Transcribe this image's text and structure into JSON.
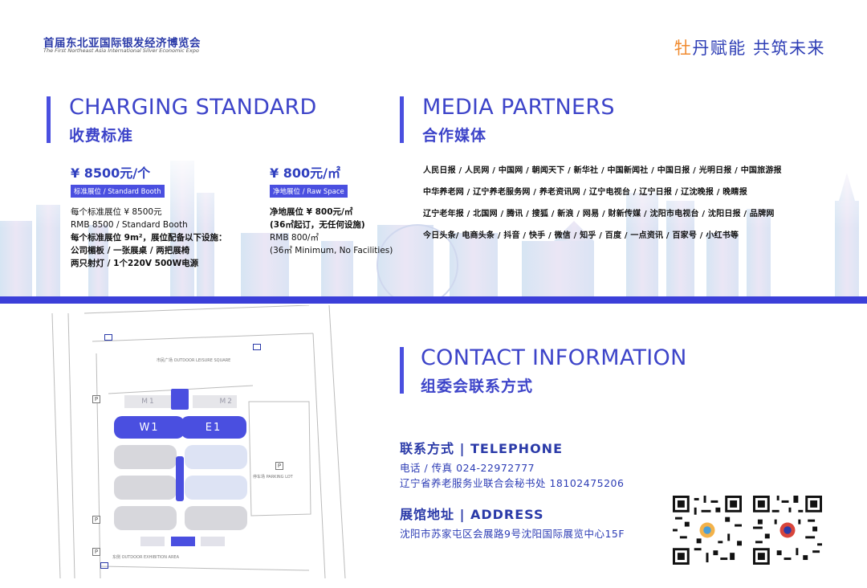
{
  "header": {
    "org_cn": "首届东北亚国际银发经济博览会",
    "org_en": "The First Northeast Asia International Silver Economic Expo",
    "slogan_highlight": "牡",
    "slogan_rest": "丹赋能  共筑未来"
  },
  "charging": {
    "title_en": "CHARGING STANDARD",
    "title_cn": "收费标准",
    "standard": {
      "price": "¥ 8500元/个",
      "tag": "标准展位 / Standard Booth",
      "lines": [
        "每个标准展位 ¥ 8500元",
        "RMB 8500 / Standard Booth",
        "每个标准展位 9m²，展位配备以下设施：",
        "公司楣板 / 一张展桌 / 两把展椅",
        "两只射灯 / 1个220V 500W电源"
      ]
    },
    "raw": {
      "price": "¥ 800元/㎡",
      "tag": "净地展位 / Raw Space",
      "lines": [
        "净地展位 ¥ 800元/㎡",
        "(36㎡起订，无任何设施)",
        "RMB 800/㎡",
        "(36㎡ Minimum, No Facilities)"
      ]
    }
  },
  "media": {
    "title_en": "MEDIA PARTNERS",
    "title_cn": "合作媒体",
    "rows": [
      "人民日报 / 人民网 / 中国网 / 朝闻天下 / 新华社 / 中国新闻社 / 中国日报 / 光明日报 / 中国旅游报",
      "中华养老网  /  辽宁养老服务网  /  养老资讯网  /  辽宁电视台  /  辽宁日报  /  辽沈晚报  /  晚睛报",
      "辽宁老年报 / 北国网 / 腾讯 / 搜狐 / 新浪 / 网易 / 财新传媒 / 沈阳市电视台 / 沈阳日报 / 品牌网",
      "今日头条/  电商头条  /  抖音  /  快手  /  微信  /  知乎  /  百度  /  一点资讯  /  百家号  /  小红书等"
    ]
  },
  "contact": {
    "title_en": "CONTACT INFORMATION",
    "title_cn": "组委会联系方式",
    "tel_label": "联系方式 | TELEPHONE",
    "tel_line1": "电话 / 传真   024-22972777",
    "tel_line2": "辽宁省养老服务业联合会秘书处  18102475206",
    "addr_label": "展馆地址 | ADDRESS",
    "addr_line": "沈阳市苏家屯区会展路9号沈阳国际展览中心15F"
  },
  "map": {
    "hall_w1": "W1",
    "hall_e1": "E1",
    "hall_m1": "M1",
    "hall_m2": "M2",
    "parking": "P",
    "square_label": "市民广场 OUTDOOR LEISURE SQUARE",
    "lot_label": "停车场 PARKING LOT",
    "east_label": "东侧 OUTDOOR EXHIBITION AREA"
  },
  "colors": {
    "primary": "#3d44c9",
    "band": "#3b3fd9",
    "accent": "#f08a2e"
  }
}
